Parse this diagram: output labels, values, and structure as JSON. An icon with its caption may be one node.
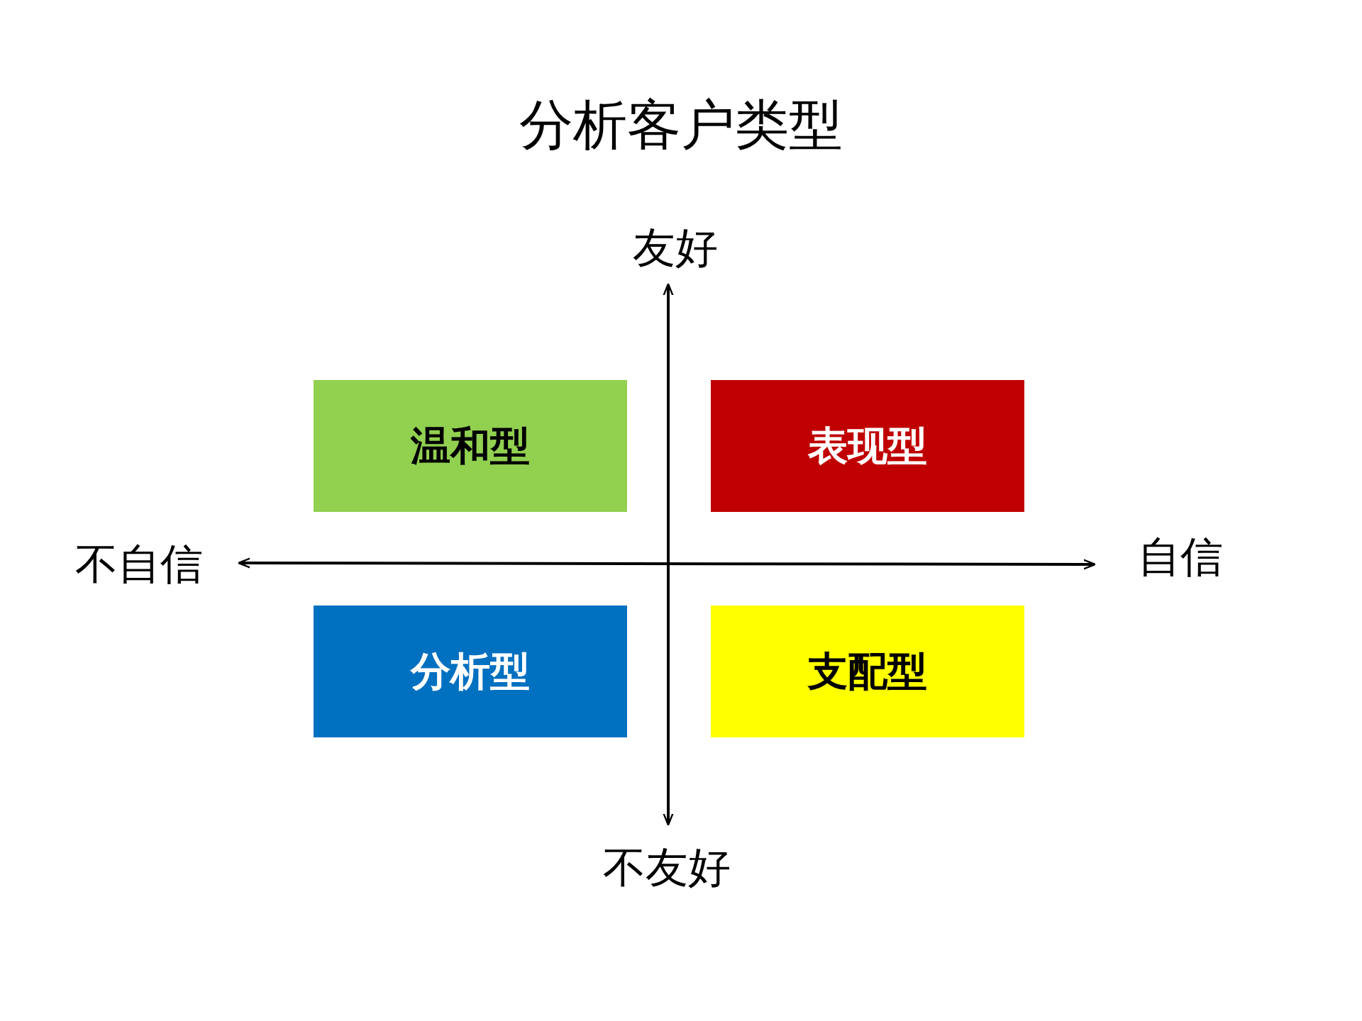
{
  "diagram": {
    "title": "分析客户类型",
    "nodes": [
      {
        "text": [
          "温和型"
        ]
      },
      {
        "text": [
          "表现型"
        ]
      },
      {
        "text": [
          "分析型"
        ]
      },
      {
        "text": [
          "支配型"
        ]
      }
    ],
    "labels": [
      "友好",
      "不自信",
      "自信",
      "不友好"
    ]
  }
}
